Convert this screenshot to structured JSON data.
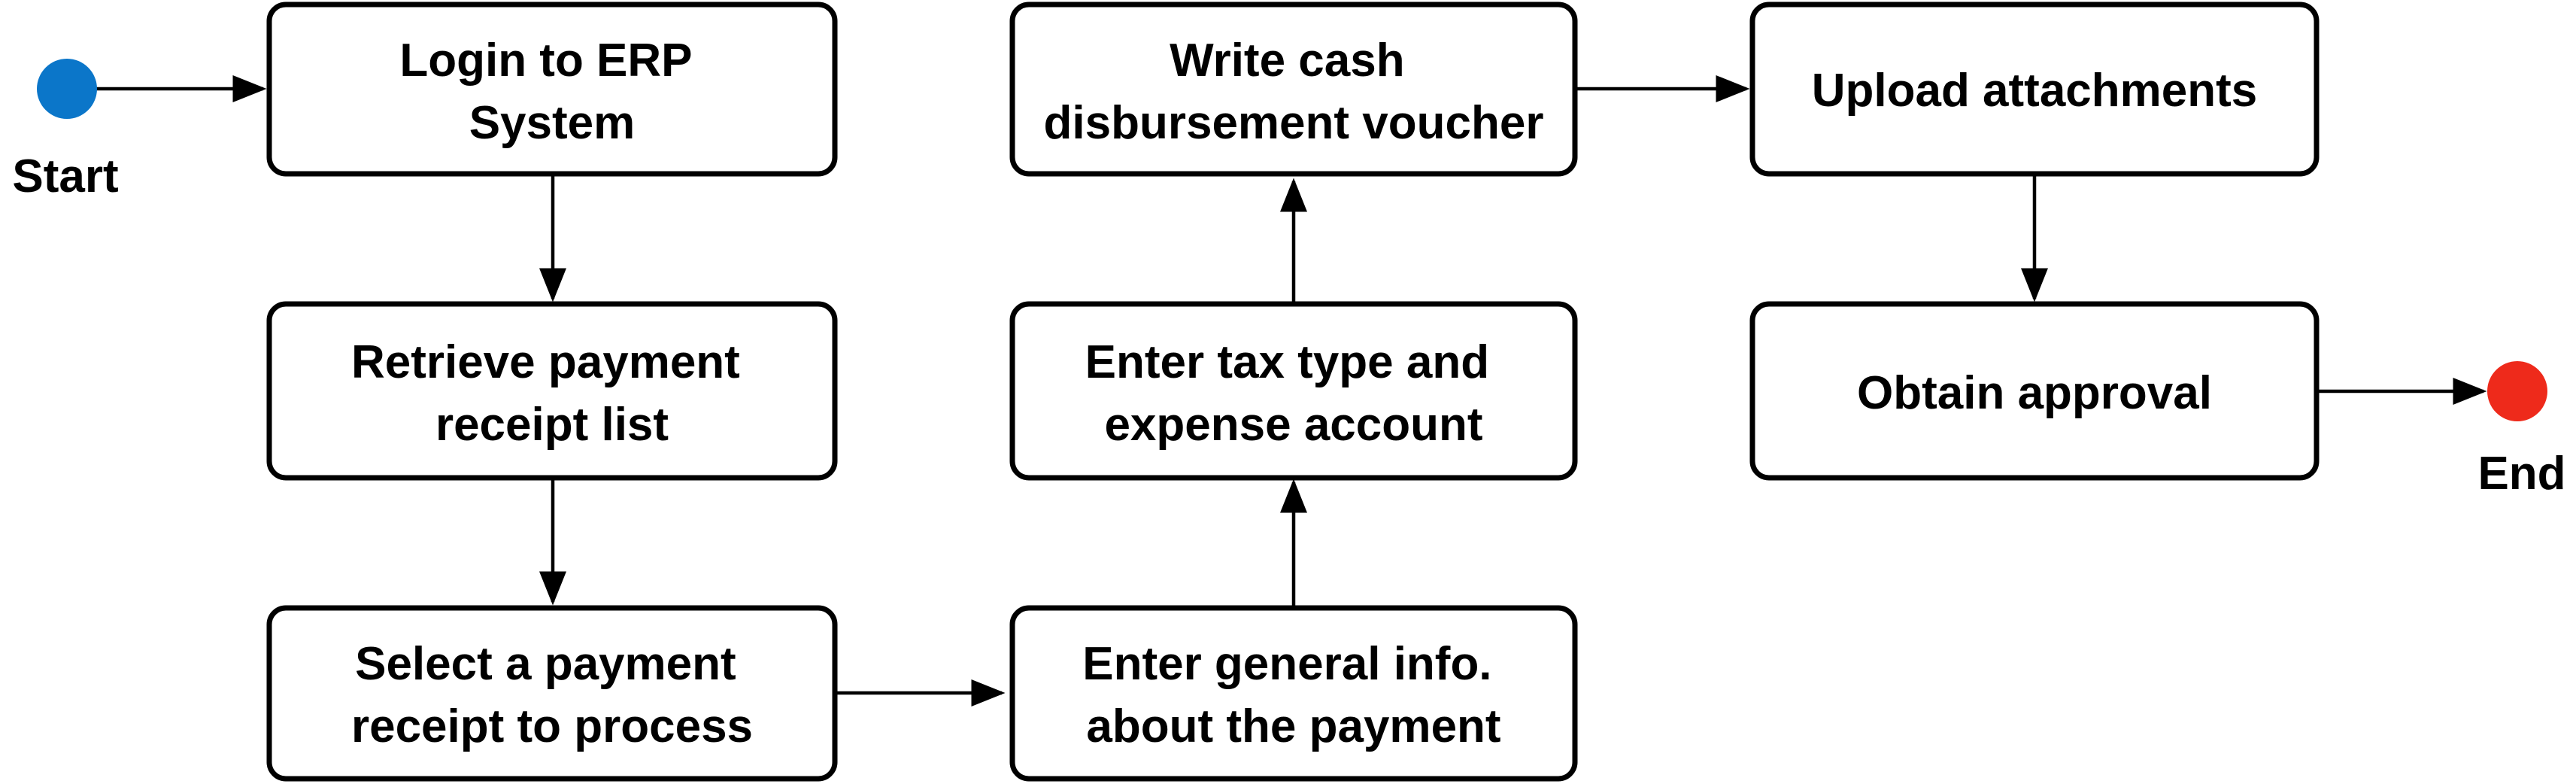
{
  "diagram": {
    "type": "flowchart",
    "start": {
      "label": "Start",
      "color": "#0b76c9"
    },
    "end": {
      "label": "End",
      "color": "#ee2a1b"
    },
    "steps": [
      {
        "id": "login",
        "lines": [
          "Login to ERP",
          "System"
        ]
      },
      {
        "id": "retrieve",
        "lines": [
          "Retrieve payment",
          "receipt list"
        ]
      },
      {
        "id": "select",
        "lines": [
          "Select a payment",
          "receipt to process"
        ]
      },
      {
        "id": "general",
        "lines": [
          "Enter general info.",
          "about the payment"
        ]
      },
      {
        "id": "tax",
        "lines": [
          "Enter tax type and",
          "expense account"
        ]
      },
      {
        "id": "voucher",
        "lines": [
          "Write cash",
          "disbursement voucher"
        ]
      },
      {
        "id": "upload",
        "lines": [
          "Upload attachments"
        ]
      },
      {
        "id": "approval",
        "lines": [
          "Obtain approval"
        ]
      }
    ],
    "edges": [
      [
        "start",
        "login"
      ],
      [
        "login",
        "retrieve"
      ],
      [
        "retrieve",
        "select"
      ],
      [
        "select",
        "general"
      ],
      [
        "general",
        "tax"
      ],
      [
        "tax",
        "voucher"
      ],
      [
        "voucher",
        "upload"
      ],
      [
        "upload",
        "approval"
      ],
      [
        "approval",
        "end"
      ]
    ]
  }
}
